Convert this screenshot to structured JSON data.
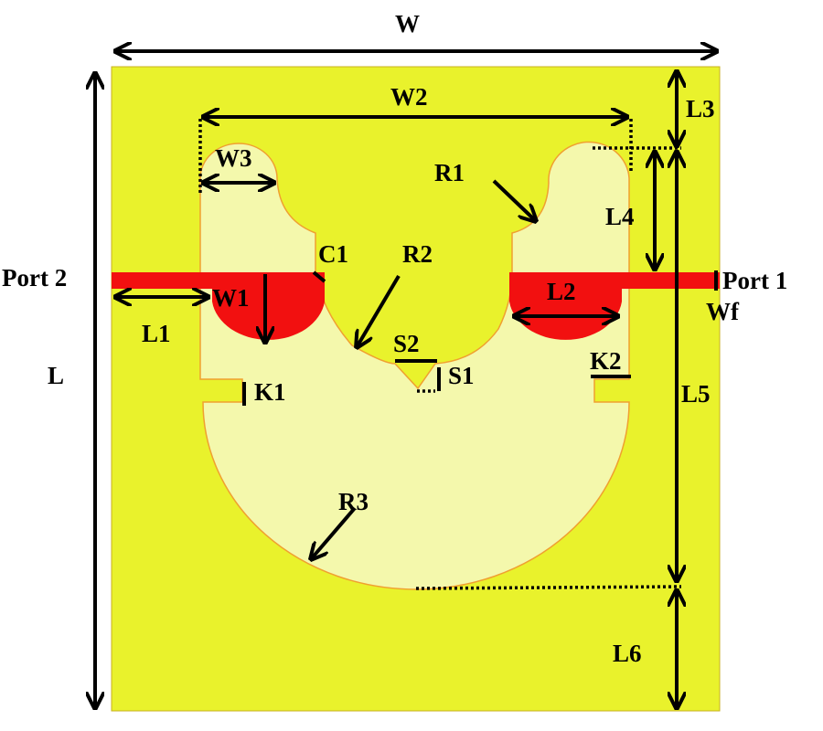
{
  "colors": {
    "substrate": "#e9f22c",
    "patch": "#f4f8ac",
    "feed": "#f21010",
    "outline": "#f0a030"
  },
  "labels": {
    "W": "W",
    "W2": "W2",
    "W3": "W3",
    "W1": "W1",
    "L": "L",
    "L1": "L1",
    "L2": "L2",
    "L3": "L3",
    "L4": "L4",
    "L5": "L5",
    "L6": "L6",
    "R1": "R1",
    "R2": "R2",
    "R3": "R3",
    "C1": "C1",
    "S1": "S1",
    "S2": "S2",
    "K1": "K1",
    "K2": "K2",
    "Wf": "Wf",
    "port1": "Port 1",
    "port2": "Port 2"
  }
}
